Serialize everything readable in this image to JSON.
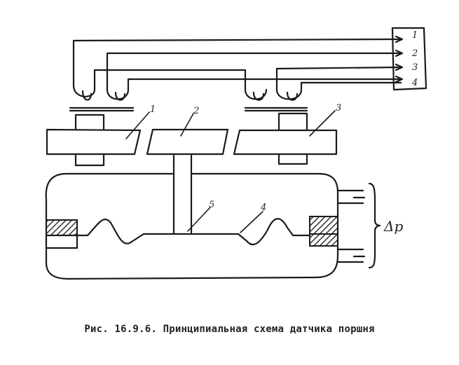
{
  "caption": "Рис. 16.9.6. Принципиальная схема датчика поршня",
  "labels": {
    "part_1": "1",
    "part_2": "2",
    "part_3": "3",
    "part_4": "4",
    "part_5": "5",
    "terminal_1": "1",
    "terminal_2": "2",
    "terminal_3": "3",
    "terminal_4": "4",
    "pressure_diff": "Δp"
  },
  "colors": {
    "ink": "#1a1a1a",
    "hatch": "#333333",
    "paper": "#ffffff"
  }
}
